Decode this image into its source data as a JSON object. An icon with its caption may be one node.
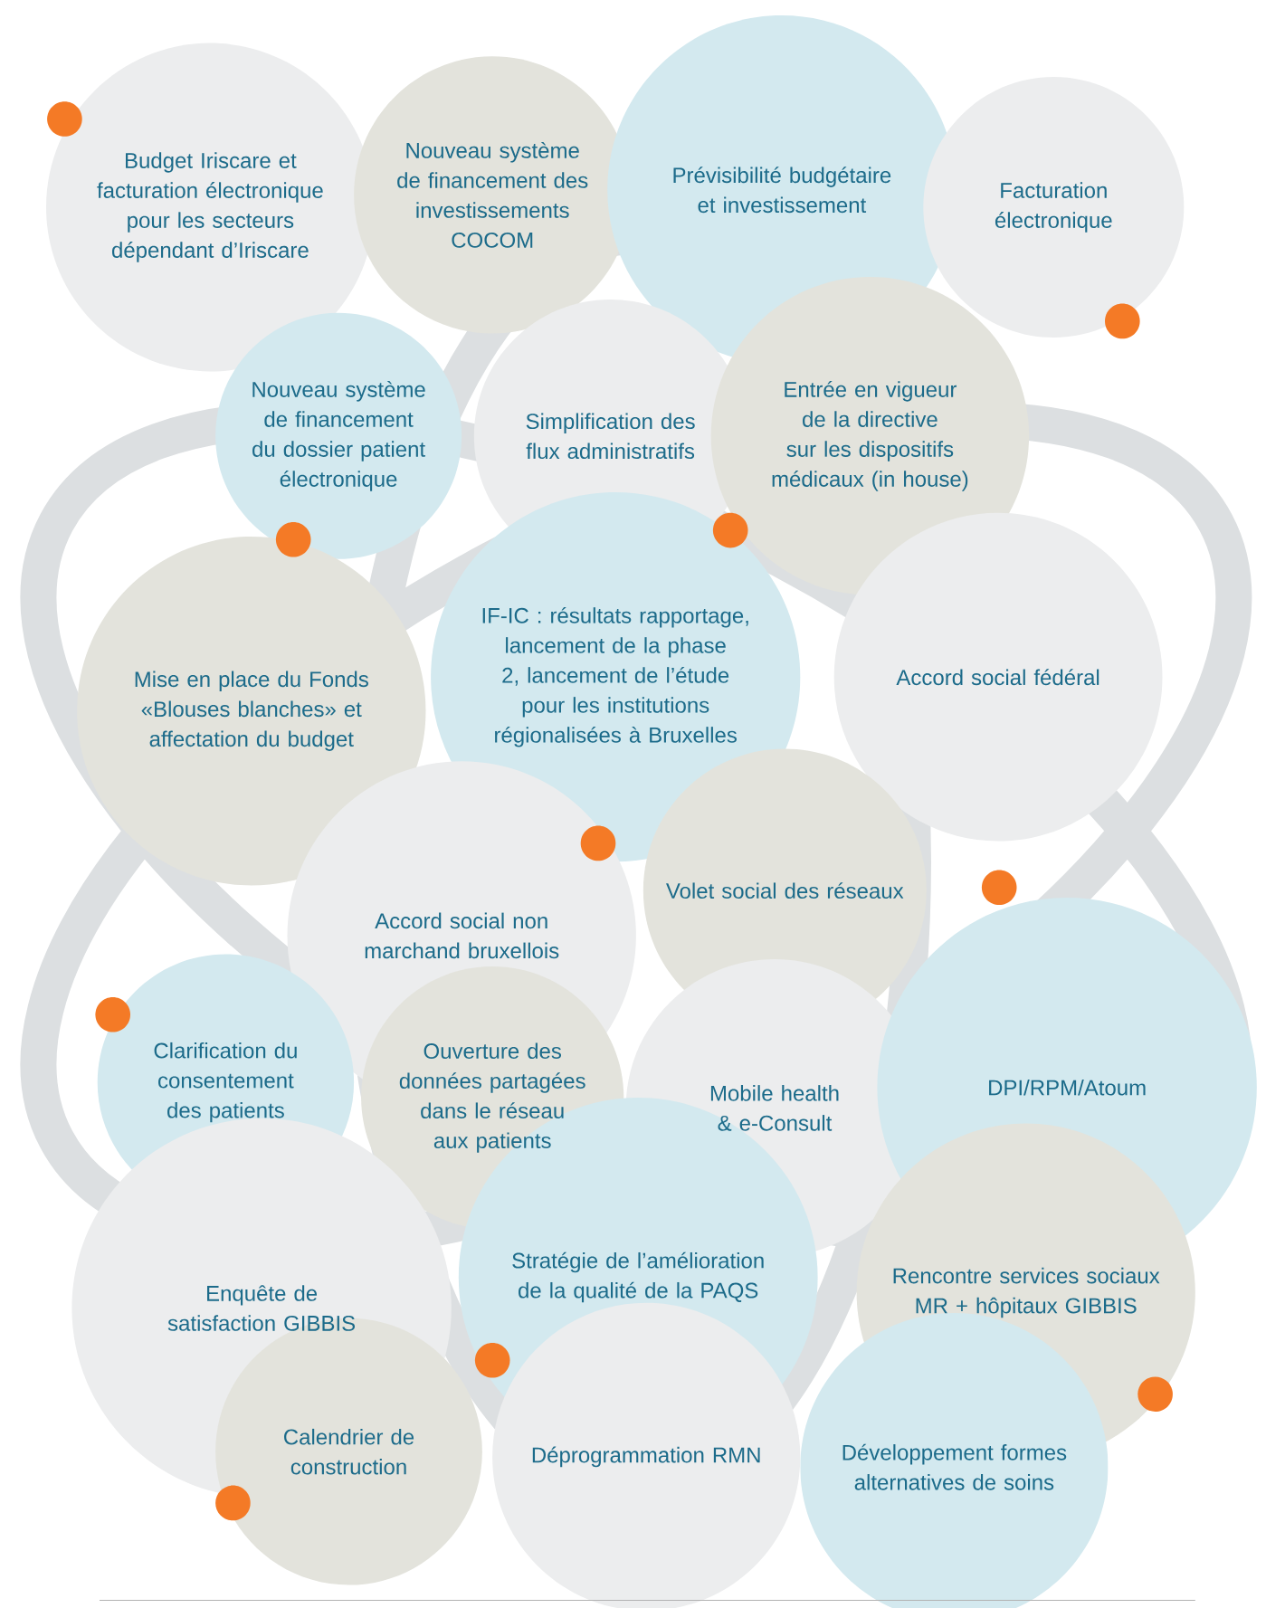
{
  "diagram": {
    "nodes": [
      {
        "text": [
          "Budget Iriscare et facturation électronique pour les secteurs dépendant d’Iriscare"
        ]
      },
      {
        "text": [
          "Nouveau système de financement des investissements COCOM"
        ]
      },
      {
        "text": [
          "Prévisibilité budgétaire et investissement"
        ]
      },
      {
        "text": [
          "Facturation électronique"
        ]
      },
      {
        "text": [
          "Nouveau système de financement du dossier patient électronique"
        ]
      },
      {
        "text": [
          "Simplification des flux administratifs"
        ]
      },
      {
        "text": [
          "Entrée en vigueur de la directive sur les dispositifs médicaux (in house)"
        ]
      },
      {
        "text": [
          "Mise en place du Fonds «Blouses blanches» et affectation du budget"
        ]
      },
      {
        "text": [
          "IF-IC : résultats rapportage, lancement de la phase 2, lancement de l’étude pour les institutions régionalisées à Bruxelles"
        ]
      },
      {
        "text": [
          "Accord social fédéral"
        ]
      },
      {
        "text": [
          "Accord social non marchand bruxellois"
        ]
      },
      {
        "text": [
          "Volet social des réseaux"
        ]
      },
      {
        "text": [
          "Clarification du consentement des patients"
        ]
      },
      {
        "text": [
          "Ouverture des données partagées dans le réseau aux patients"
        ]
      },
      {
        "text": [
          "Mobile health & e-Consult"
        ]
      },
      {
        "text": [
          "DPI/RPM/Atoum"
        ]
      },
      {
        "text": [
          "Enquête de satisfaction GIBBIS"
        ]
      },
      {
        "text": [
          "Stratégie de l’amélioration de la qualité de la PAQS"
        ]
      },
      {
        "text": [
          "Rencontre services sociaux MR + hôpitaux GIBBIS"
        ]
      },
      {
        "text": [
          "Calendrier de construction"
        ]
      },
      {
        "text": [
          "Déprogrammation RMN"
        ]
      },
      {
        "text": [
          "Développement formes alternatives de soins"
        ]
      }
    ]
  }
}
